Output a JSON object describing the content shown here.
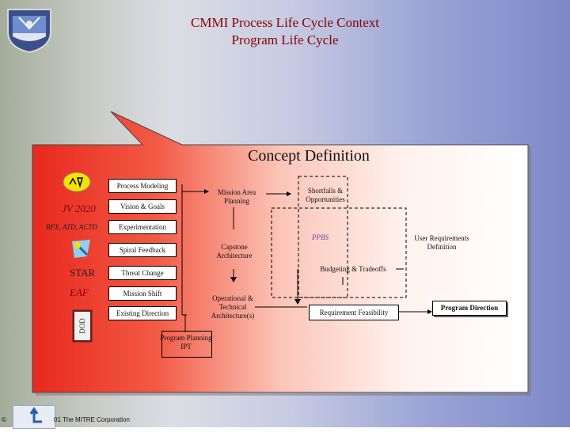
{
  "header": {
    "title": "CMMI Process Life Cycle Context",
    "subtitle": "Program Life Cycle"
  },
  "panel": {
    "title": "Concept Definition"
  },
  "left_labels": {
    "jv": "JV 2020",
    "bfx": "BFX, ATD, ACTD",
    "star": "STAR",
    "eaf": "EAF"
  },
  "inputs": [
    "Process Modeling",
    "Vision & Goals",
    "Experimentation",
    "Spiral Feedback",
    "Threat Change",
    "Mission Shift",
    "Existing Direction"
  ],
  "nodes": {
    "program_planning_ipt": "Program Planning IPT",
    "mission_area_planning": "Mission Area Planning",
    "capstone_architecture": "Capstone Architecture",
    "operational_technical": "Operational & Technical Architecture(s)",
    "shortfalls": "Shortfalls & Opportunities",
    "ppbs": "PPBS",
    "budgeting": "Budgeting & Tradeoffs",
    "requirement_feasibility": "Requirement Feasibility",
    "user_requirements": "User Requirements Definition",
    "program_direction": "Program Direction"
  },
  "footer": {
    "copyright": "©",
    "text": "01 The MITRE Corporation"
  }
}
